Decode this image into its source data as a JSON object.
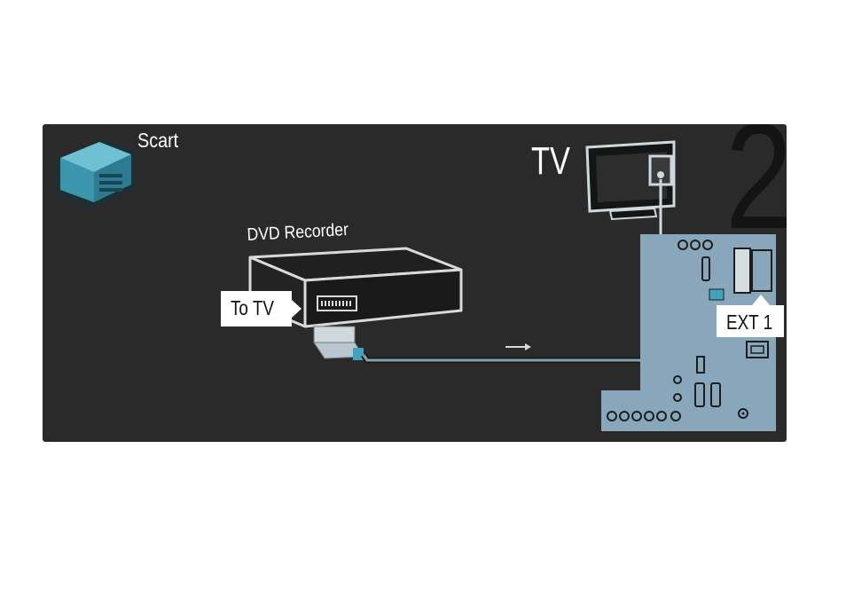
{
  "diagram": {
    "title": "Scart",
    "step_number": "2",
    "devices": {
      "tv": "TV",
      "dvd_recorder": "DVD Recorder"
    },
    "callouts": {
      "to_tv": "To TV",
      "ext1": "EXT 1"
    },
    "icons": [
      "scart-plug-icon",
      "tv-monitor-icon",
      "dvd-recorder-icon",
      "tv-back-panel-icon",
      "arrow-right-icon"
    ],
    "colors": {
      "background": "#2a2a2b",
      "panel": "#88a7bb",
      "cable": "#7a93a3",
      "icon_accent": "#3fa3bb",
      "callout": "#ffffff"
    }
  }
}
